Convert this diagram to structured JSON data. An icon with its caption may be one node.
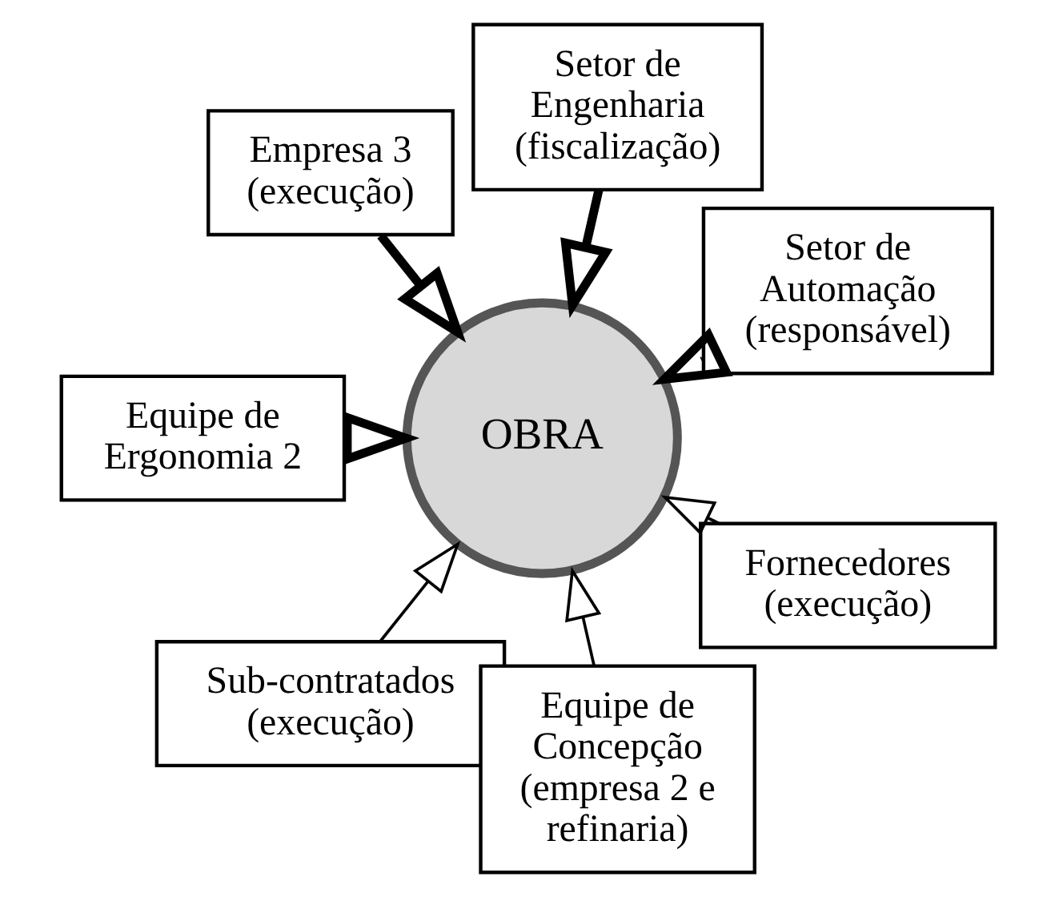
{
  "diagram": {
    "nodes": [
      {
        "text": [
          "Setor de Automação (responsável)"
        ]
      },
      {
        "text": [
          "Setor de Engenharia (fiscalização)"
        ]
      },
      {
        "text": [
          "Empresa 3 (execução)"
        ]
      },
      {
        "text": [
          "Equipe de Ergonomia 2"
        ]
      },
      {
        "text": [
          "Sub-contratados (execução)"
        ]
      },
      {
        "text": [
          "Equipe de Concepção (empresa 2 e refinaria)"
        ]
      },
      {
        "text": [
          "Fornecedores (execução)"
        ]
      },
      {
        "text": [
          "OBRA"
        ]
      }
    ],
    "edges": [
      {
        "from": 0,
        "to": 7,
        "arrow": "to",
        "style": "thick"
      },
      {
        "from": 1,
        "to": 7,
        "arrow": "to",
        "style": "thick"
      },
      {
        "from": 2,
        "to": 7,
        "arrow": "to",
        "style": "thick"
      },
      {
        "from": 3,
        "to": 7,
        "arrow": "to",
        "style": "thick"
      },
      {
        "from": 4,
        "to": 7,
        "arrow": "to"
      },
      {
        "from": 5,
        "to": 7,
        "arrow": "to"
      },
      {
        "from": 6,
        "to": 7,
        "arrow": "to"
      }
    ]
  }
}
